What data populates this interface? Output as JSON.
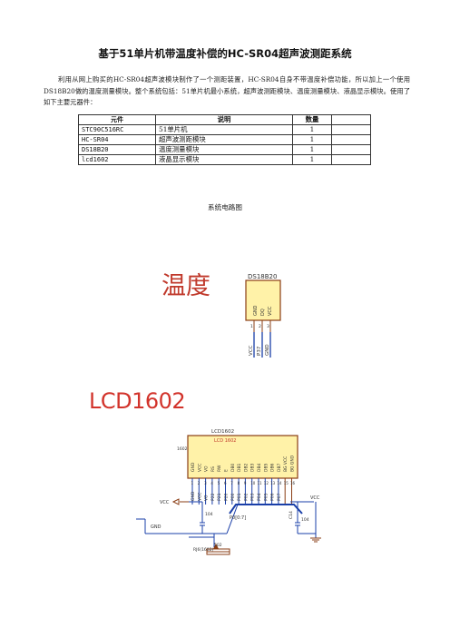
{
  "doc": {
    "title": "基于51单片机带温度补偿的HC-SR04超声波测距系统",
    "intro": "利用从网上购买的HC-SR04超声波模块制作了一个测距装置，HC-SR04自身不带温度补偿功能，所以加上一个使用DS18B20做的温度测量模块。整个系统包括：51单片机最小系统，超声波测距模块、温度测量模块、液晶显示模块。使用了如下主要元器件：",
    "caption": "系统电路图"
  },
  "table": {
    "headers": [
      "元件",
      "说明",
      "数量",
      ""
    ],
    "rows": [
      [
        "STC90C516RC",
        "51单片机",
        "1",
        ""
      ],
      [
        "HC-SR04",
        "超声波测距模块",
        "1",
        ""
      ],
      [
        "DS18B20",
        "温度测量模块",
        "1",
        ""
      ],
      [
        "lcd1602",
        "液晶显示模块",
        "1",
        ""
      ]
    ]
  },
  "schematic1": {
    "heading": "温度",
    "chip_label": "DS18B20",
    "pins": [
      "GND",
      "DQ",
      "VCC"
    ],
    "pin_numbers": [
      "1",
      "2",
      "3"
    ],
    "nets": [
      "VCC",
      "P37",
      "GND"
    ]
  },
  "schematic2": {
    "heading": "LCD1602",
    "chip_label": "LCD1602",
    "chip_sublabel": "LCD 1602",
    "left_ref": "1602",
    "pins": [
      "GND",
      "VCC",
      "VO",
      "RS",
      "RW",
      "E",
      "DB0",
      "DB1",
      "DB2",
      "DB3",
      "DB4",
      "DB5",
      "DB6",
      "DB7",
      "BG VCC",
      "BG GND"
    ],
    "pin_numbers": [
      "1",
      "2",
      "3",
      "4",
      "5",
      "6",
      "7",
      "8",
      "9",
      "10",
      "11",
      "12",
      "13",
      "14",
      "15",
      "16"
    ],
    "nets_bottom": [
      "GND",
      "VCC",
      "VO",
      "P22",
      "P21",
      "P20",
      "P00",
      "P01",
      "P02",
      "P03",
      "P04",
      "P05",
      "P06",
      "P07"
    ],
    "vcc_left": "VCC",
    "vcc_right": "VCC",
    "gnd_label": "GND",
    "cap_left": "104",
    "cap_right_ref": "C14",
    "cap_right": "104",
    "bus_label": "P0[0:7]",
    "pot_value": "502",
    "pot_ref": "RJ6(1602)"
  }
}
